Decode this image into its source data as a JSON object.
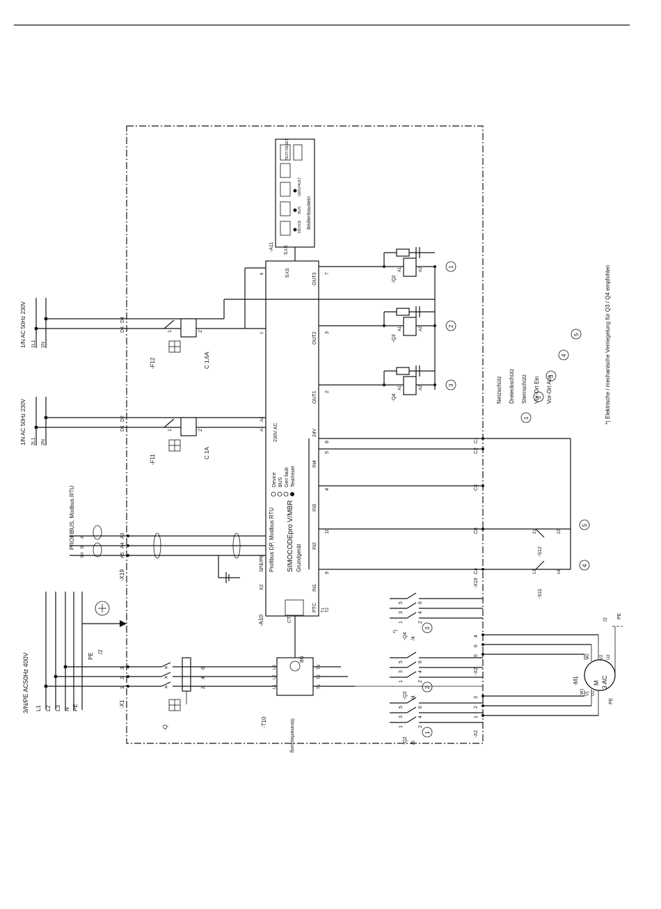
{
  "supply": {
    "main": "3/N/PE AC50Hz 400V",
    "phases": [
      "L1",
      "L2",
      "L3",
      "N",
      "PE"
    ],
    "ctrl1": "1/N AC 50Hz 230V",
    "ctrl1_terms": [
      "2L1",
      "2N"
    ],
    "ctrl2": "1/N AC 50Hz 230V",
    "ctrl2_terms": [
      "1L1",
      "1N"
    ]
  },
  "refs": {
    "pe": "PE",
    "ref2": "/2",
    "ref2b": "/2"
  },
  "x1": {
    "label": "-X1",
    "terms": [
      "1",
      "2",
      "3"
    ]
  },
  "q": {
    "label": "-Q",
    "terms": [
      "2",
      "4",
      "6"
    ]
  },
  "t10": {
    "label": "-T10",
    "text": "Stromerfassung",
    "conn": "BU",
    "out_terms": [
      "T1",
      "T2",
      "T3"
    ],
    "in_terms": [
      "L1",
      "L2",
      "L3"
    ]
  },
  "a10": {
    "label": "-A10",
    "title": "SIMOCODEpro V/MBR",
    "sub1": "Grundgerät",
    "sub2": "Profibus DP, Modbus RTU",
    "leds": [
      "Device",
      "BUS",
      "Gen fault",
      "Test/reset"
    ],
    "ins": [
      "IN1",
      "IN2",
      "IN3",
      "IN4"
    ],
    "outs": [
      "OUT1",
      "OUT2",
      "OUT3"
    ],
    "supply": "230V AC",
    "ptc": "PTC",
    "t_terms": [
      "T1",
      "T2"
    ],
    "ct": "CT",
    "x2": "X2",
    "spe": "SPE/PE",
    "v24": "24V"
  },
  "a11": {
    "label": "-A11",
    "sys": "SYS",
    "title": "Bedienbaustein",
    "leds": [
      "DEVICE",
      "BUS",
      "GEN.FAULT"
    ],
    "btn": "TEST RESET"
  },
  "x19": {
    "label": "-X19",
    "terms": [
      "A3",
      "A4",
      "A5"
    ]
  },
  "profibus": {
    "label": "PROFIBUS, Modbus RTU",
    "pins": [
      "A",
      "B",
      "SH"
    ]
  },
  "f11": {
    "label": "-F11",
    "rating": "C 1A",
    "terms": [
      "1",
      "2"
    ]
  },
  "f12": {
    "label": "-F12",
    "rating": "C 1,6A",
    "terms": [
      "1",
      "2"
    ]
  },
  "dterms": [
    "D1",
    "D2",
    "D3",
    "D4"
  ],
  "a_terms": [
    "A1",
    "A2"
  ],
  "out_terms": [
    "2",
    "3",
    "7",
    "1",
    "6"
  ],
  "in_terms": [
    "9",
    "10",
    "4",
    "5",
    "8"
  ],
  "cterms": [
    "C4",
    "C8",
    "C3",
    "C2",
    "C1"
  ],
  "x19b": "-X19",
  "coils": [
    {
      "label": "-Q4",
      "a1": "A1",
      "a2": "A2",
      "num": "3"
    },
    {
      "label": "-Q3",
      "a1": "A1",
      "a2": "A2",
      "num": "2"
    },
    {
      "label": "-Q2",
      "a1": "A1",
      "a2": "A2",
      "num": "1"
    }
  ],
  "contactors": [
    {
      "label": "-Q2",
      "ref": "/5",
      "num": "1",
      "terms": [
        "1",
        "3",
        "5",
        "2",
        "4",
        "6"
      ]
    },
    {
      "label": "-Q3",
      "ref": "/4",
      "num": "2",
      "terms": [
        "1",
        "3",
        "5",
        "2",
        "4",
        "6"
      ]
    },
    {
      "label": "-Q4",
      "ref": "/4",
      "num": "3",
      "terms": [
        "1",
        "3",
        "5",
        "2",
        "4",
        "6"
      ]
    }
  ],
  "star": "*)",
  "x2": {
    "label": "-X2",
    "terms": [
      "1",
      "2",
      "3",
      "4",
      "5",
      "6"
    ]
  },
  "motor": {
    "label": "-M1",
    "m": "M",
    "type": "3 AC",
    "terms": [
      "U1",
      "V1",
      "W1",
      "U2",
      "V2",
      "W2"
    ],
    "pe": "PE"
  },
  "s11": {
    "label": "-S11",
    "t1": "13",
    "t2": "14",
    "num": "4"
  },
  "s12": {
    "label": "-S12",
    "t1": "21",
    "t2": "22",
    "num": "5"
  },
  "legend": [
    {
      "num": "1",
      "text": "Netzschütz"
    },
    {
      "num": "2",
      "text": "Dreieckschütz"
    },
    {
      "num": "3",
      "text": "Sternschütz"
    },
    {
      "num": "4",
      "text": "Vor-Ort Ein"
    },
    {
      "num": "5",
      "text": "Vor-Ort Aus"
    }
  ],
  "footnote": "*) Elektrische / mechanische Verriegelung für Q3 / Q4 empfohlen"
}
